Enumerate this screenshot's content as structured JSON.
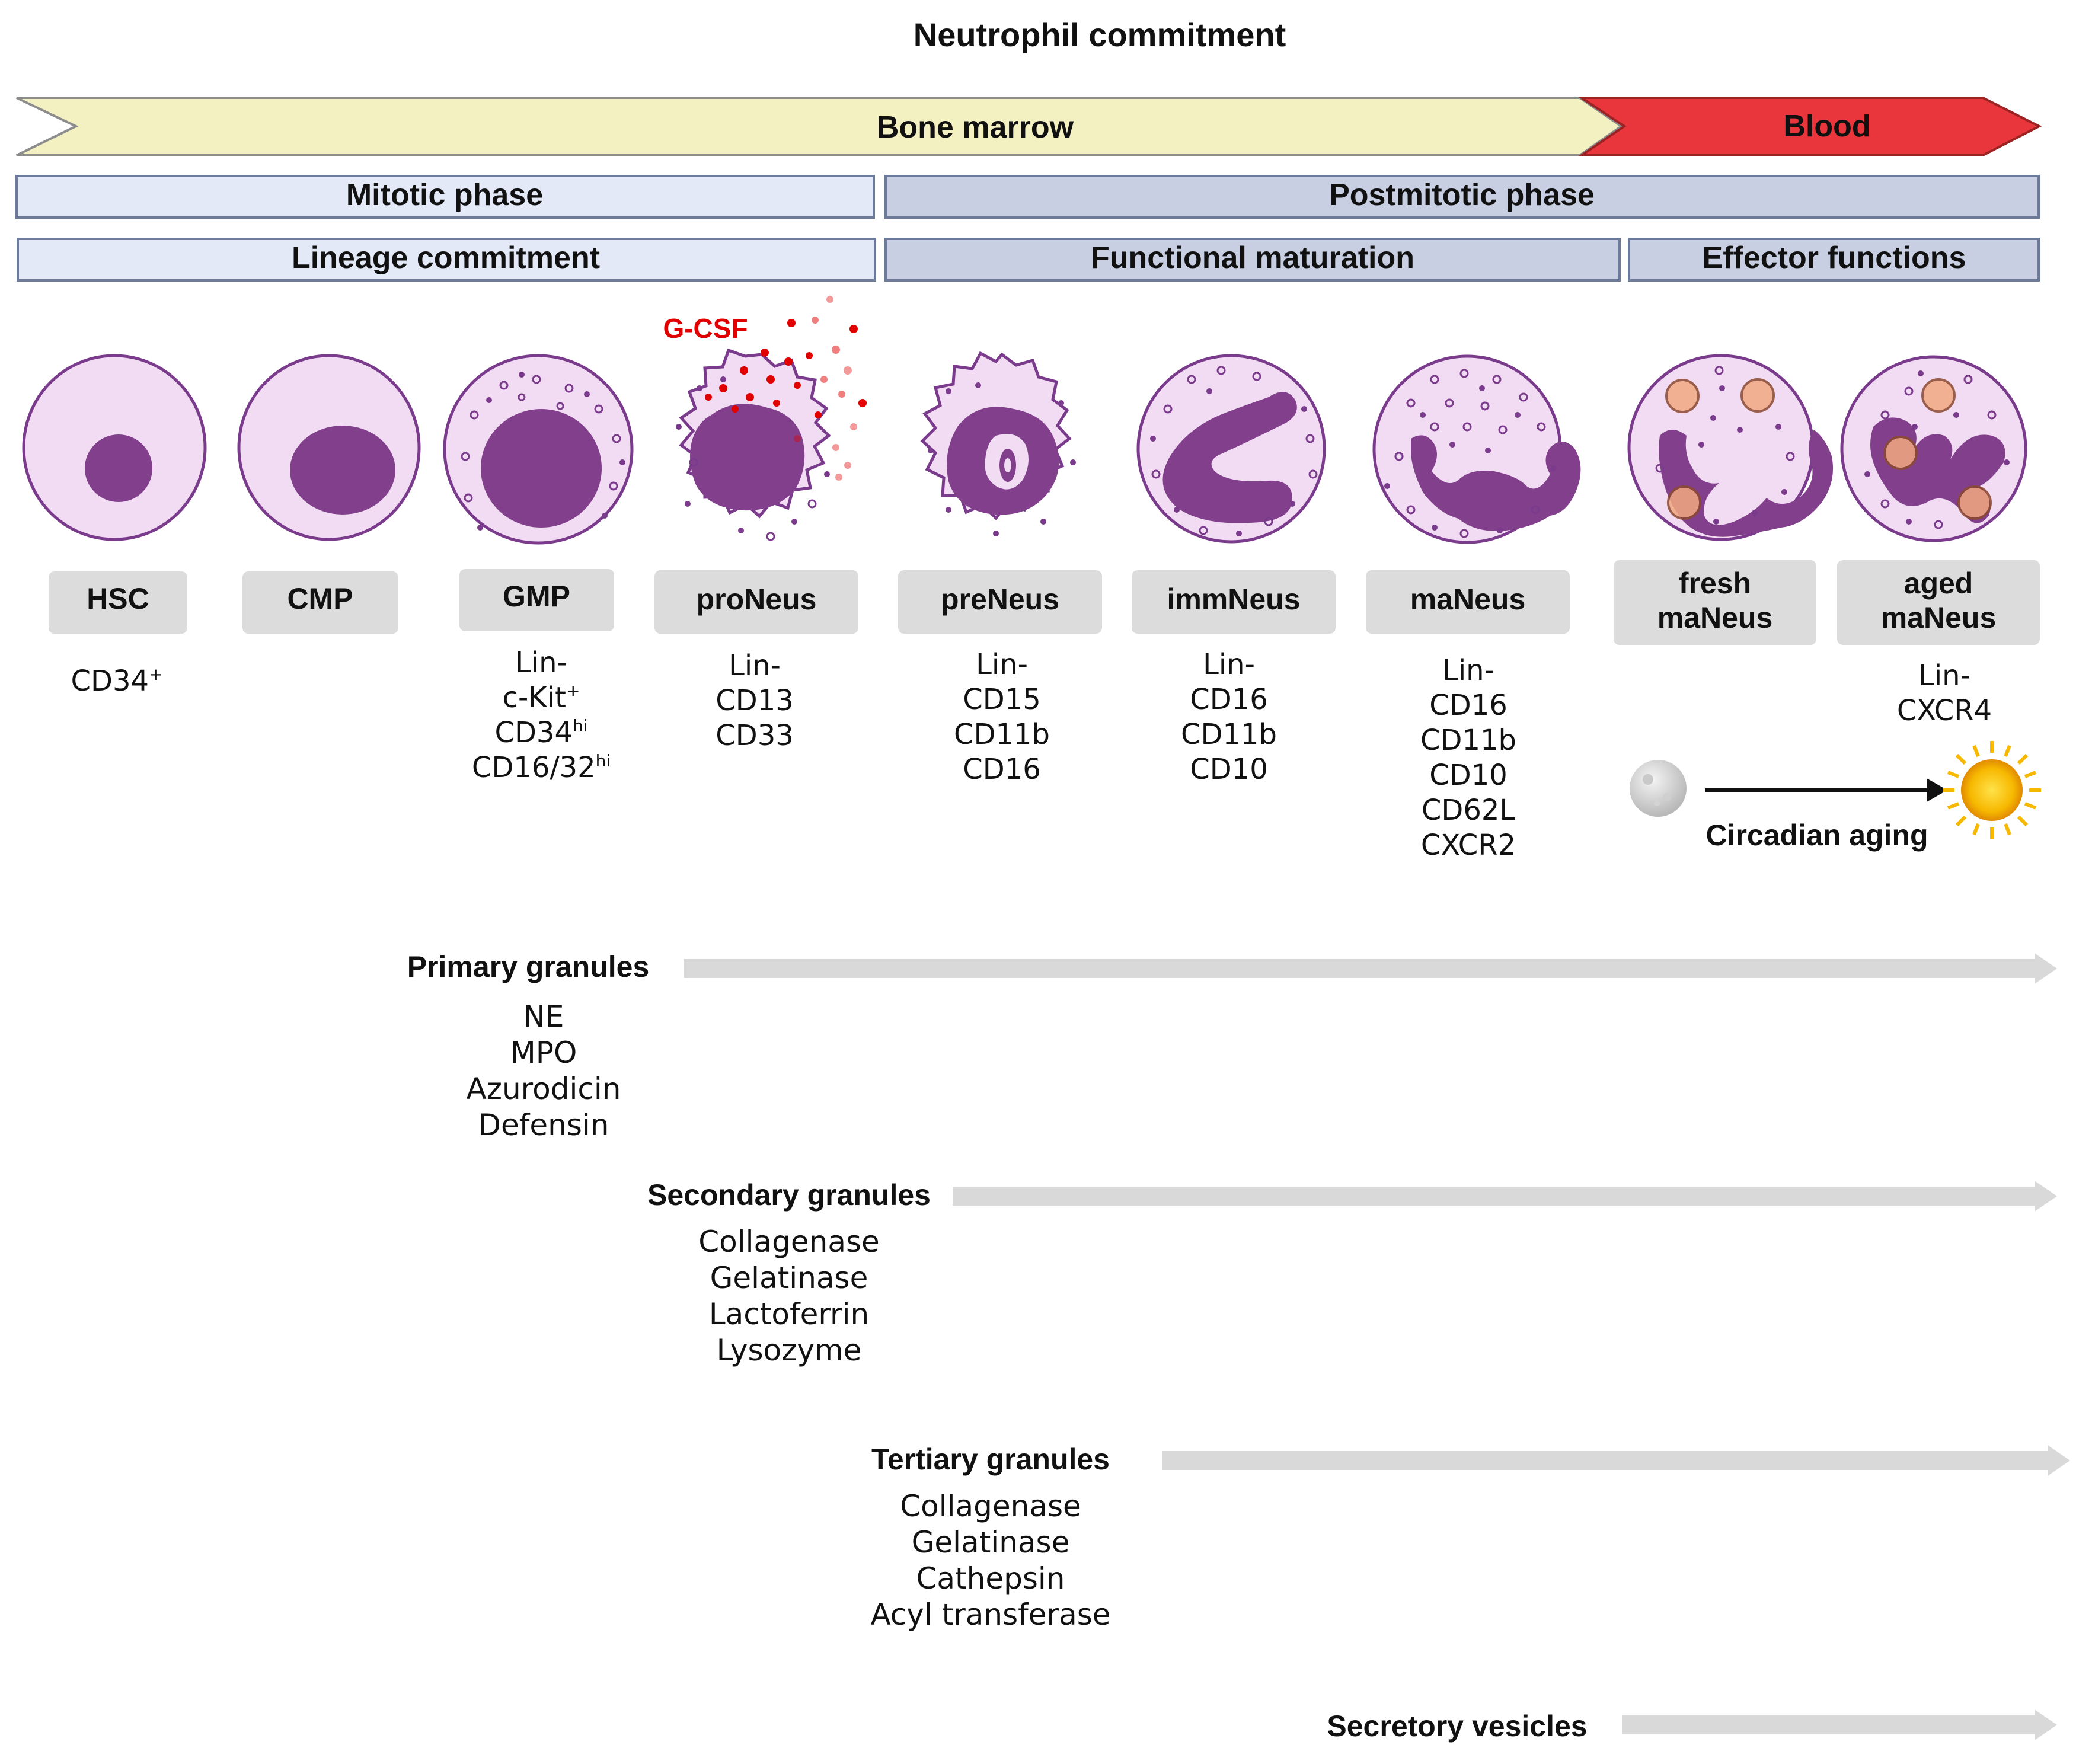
{
  "title": "Neutrophil commitment",
  "location": {
    "bone_marrow": "Bone marrow",
    "blood": "Blood"
  },
  "phases": {
    "mitotic": "Mitotic phase",
    "postmitotic": "Postmitotic phase"
  },
  "stages": {
    "lineage": "Lineage commitment",
    "functional": "Functional maturation",
    "effector": "Effector functions"
  },
  "gcsf": "G-CSF",
  "cells": [
    {
      "name": "HSC",
      "markers": [
        "CD34"
      ],
      "sup": [
        "+"
      ]
    },
    {
      "name": "CMP",
      "markers": [],
      "sup": []
    },
    {
      "name": "GMP",
      "markers": [
        "Lin-",
        "c-Kit",
        "CD34",
        "CD16/32"
      ],
      "sup": [
        "",
        "+",
        "hi",
        "hi"
      ]
    },
    {
      "name": "proNeus",
      "markers": [
        "Lin-",
        "CD13",
        "CD33"
      ],
      "sup": [
        "",
        "",
        ""
      ]
    },
    {
      "name": "preNeus",
      "markers": [
        "Lin-",
        "CD15",
        "CD11b",
        "CD16"
      ],
      "sup": [
        "",
        "",
        "",
        ""
      ]
    },
    {
      "name": "immNeus",
      "markers": [
        "Lin-",
        "CD16",
        "CD11b",
        "CD10"
      ],
      "sup": [
        "",
        "",
        "",
        ""
      ]
    },
    {
      "name": "maNeus",
      "markers": [
        "Lin-",
        "CD16",
        "CD11b",
        "CD10",
        "CD62L",
        "CXCR2"
      ],
      "sup": [
        "",
        "",
        "",
        "",
        "",
        ""
      ]
    },
    {
      "name": [
        "fresh",
        "maNeus"
      ],
      "markers": [],
      "sup": []
    },
    {
      "name": [
        "aged",
        "maNeus"
      ],
      "markers": [
        "Lin-",
        "CXCR4"
      ],
      "sup": [
        "",
        ""
      ]
    }
  ],
  "circadian": "Circadian aging",
  "granules": [
    {
      "title": "Primary granules",
      "items": [
        "NE",
        "MPO",
        "Azurodicin",
        "Defensin"
      ]
    },
    {
      "title": "Secondary granules",
      "items": [
        "Collagenase",
        "Gelatinase",
        "Lactoferrin",
        "Lysozyme"
      ]
    },
    {
      "title": "Tertiary granules",
      "items": [
        "Collagenase",
        "Gelatinase",
        "Cathepsin",
        "Acyl transferase"
      ]
    },
    {
      "title": "Secretory vesicles",
      "items": []
    }
  ],
  "colors": {
    "bone_marrow_fill": "#f3f0c2",
    "blood_fill": "#e8363c",
    "mitotic_fill": "#e4e9f8",
    "postmitotic_fill": "#c8cfe2",
    "cell_fill": "#f2dcf4",
    "cell_outline": "#7b3b8c",
    "nucleus": "#82408c",
    "label_box": "#dcdcdc",
    "gcsf": "#e00000",
    "granule_arrow": "#d9d9d9"
  },
  "icons": [
    "moon-icon",
    "sun-icon"
  ]
}
